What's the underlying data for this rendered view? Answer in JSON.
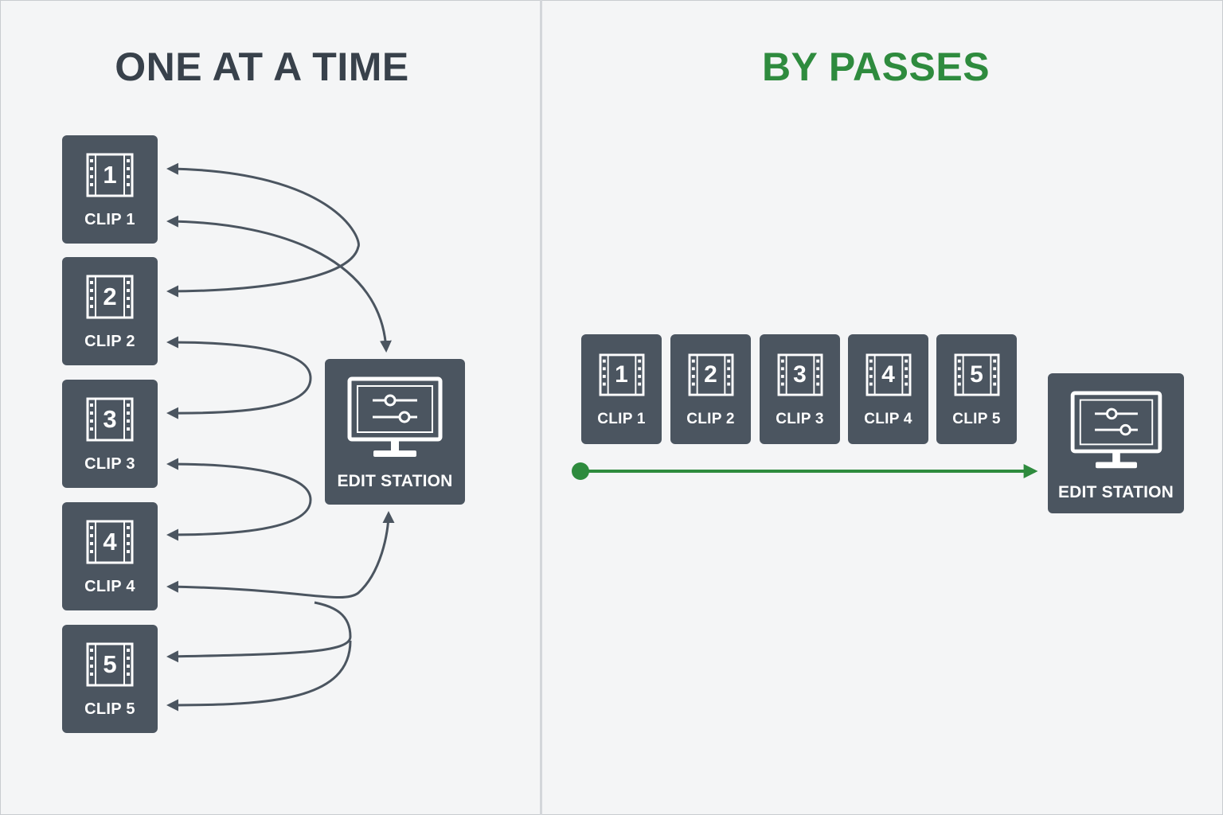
{
  "left_panel": {
    "title": "ONE AT A TIME",
    "clips": [
      {
        "number": "1",
        "label": "CLIP 1"
      },
      {
        "number": "2",
        "label": "CLIP 2"
      },
      {
        "number": "3",
        "label": "CLIP 3"
      },
      {
        "number": "4",
        "label": "CLIP 4"
      },
      {
        "number": "5",
        "label": "CLIP 5"
      }
    ],
    "station_label": "EDIT STATION"
  },
  "right_panel": {
    "title": "BY PASSES",
    "clips": [
      {
        "number": "1",
        "label": "CLIP 1"
      },
      {
        "number": "2",
        "label": "CLIP 2"
      },
      {
        "number": "3",
        "label": "CLIP 3"
      },
      {
        "number": "4",
        "label": "CLIP 4"
      },
      {
        "number": "5",
        "label": "CLIP 5"
      }
    ],
    "station_label": "EDIT STATION"
  },
  "colors": {
    "card": "#4b5560",
    "left_title": "#38414b",
    "right_title": "#2e8b3e",
    "arrow_dark": "#4b5560",
    "arrow_green": "#2e8b3e",
    "background": "#f4f5f6"
  },
  "icons": {
    "clip": "film-frame-icon",
    "station": "monitor-sliders-icon",
    "arrow": "arrowhead-icon"
  }
}
